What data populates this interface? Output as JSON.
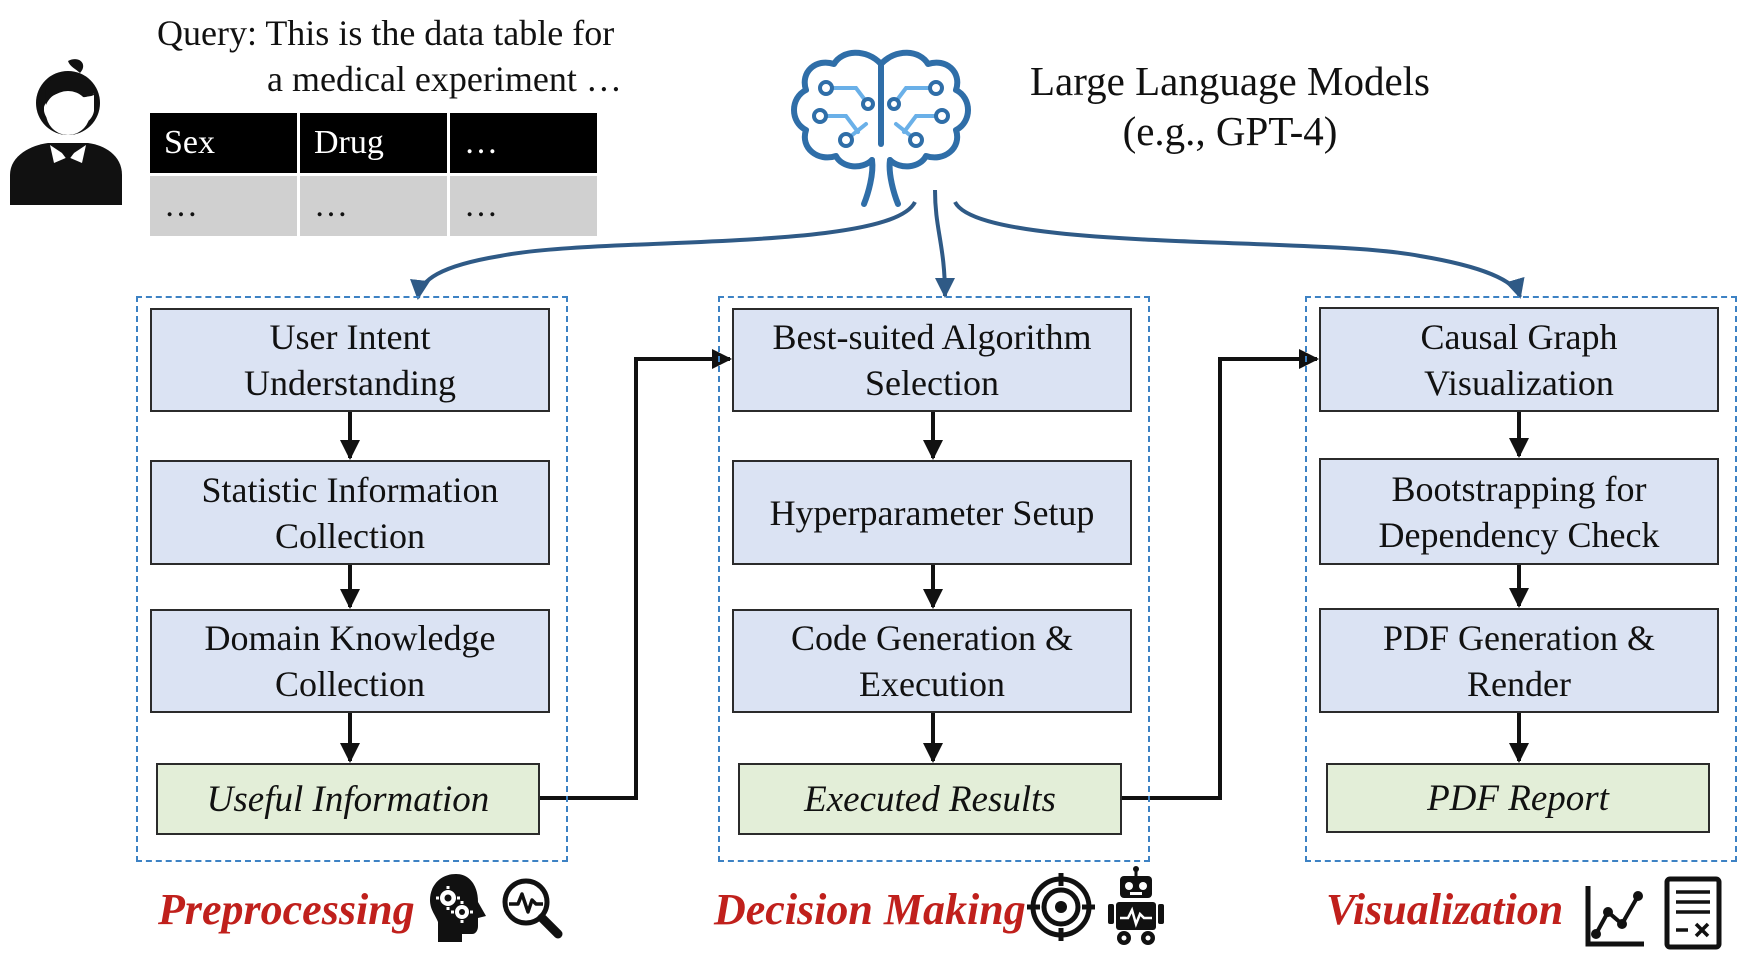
{
  "query": {
    "line1": "Query: This is the data table for",
    "line2": "a medical experiment …"
  },
  "data_table": {
    "headers": [
      "Sex",
      "Drug",
      "…"
    ],
    "row": [
      "…",
      "…",
      "…"
    ]
  },
  "llm": {
    "line1": "Large Language Models",
    "line2": "(e.g., GPT-4)"
  },
  "stages": [
    {
      "title": "Preprocessing",
      "steps": [
        {
          "line1": "User Intent",
          "line2": "Understanding"
        },
        {
          "line1": "Statistic Information",
          "line2": "Collection"
        },
        {
          "line1": "Domain Knowledge",
          "line2": "Collection"
        }
      ],
      "output": "Useful Information"
    },
    {
      "title": "Decision Making",
      "steps": [
        {
          "line1": "Best-suited Algorithm",
          "line2": "Selection"
        },
        {
          "line1": "Hyperparameter Setup",
          "line2": ""
        },
        {
          "line1": "Code Generation &",
          "line2": "Execution"
        }
      ],
      "output": "Executed Results"
    },
    {
      "title": "Visualization",
      "steps": [
        {
          "line1": "Causal Graph",
          "line2": "Visualization"
        },
        {
          "line1": "Bootstrapping for",
          "line2": "Dependency Check"
        },
        {
          "line1": "PDF Generation &",
          "line2": "Render"
        }
      ],
      "output": "PDF Report"
    }
  ],
  "colors": {
    "stage_title": "#c0201c",
    "step_fill": "#dbe3f3",
    "output_fill": "#e3eed8",
    "container_border": "#3d82c4",
    "llm_arrow": "#2f5a86",
    "brain_icon": "#2f6ea8"
  },
  "icons": [
    "user-icon",
    "brain-icon",
    "gears-head-icon",
    "magnifier-pulse-icon",
    "target-icon",
    "robot-icon",
    "line-chart-icon",
    "report-icon"
  ]
}
